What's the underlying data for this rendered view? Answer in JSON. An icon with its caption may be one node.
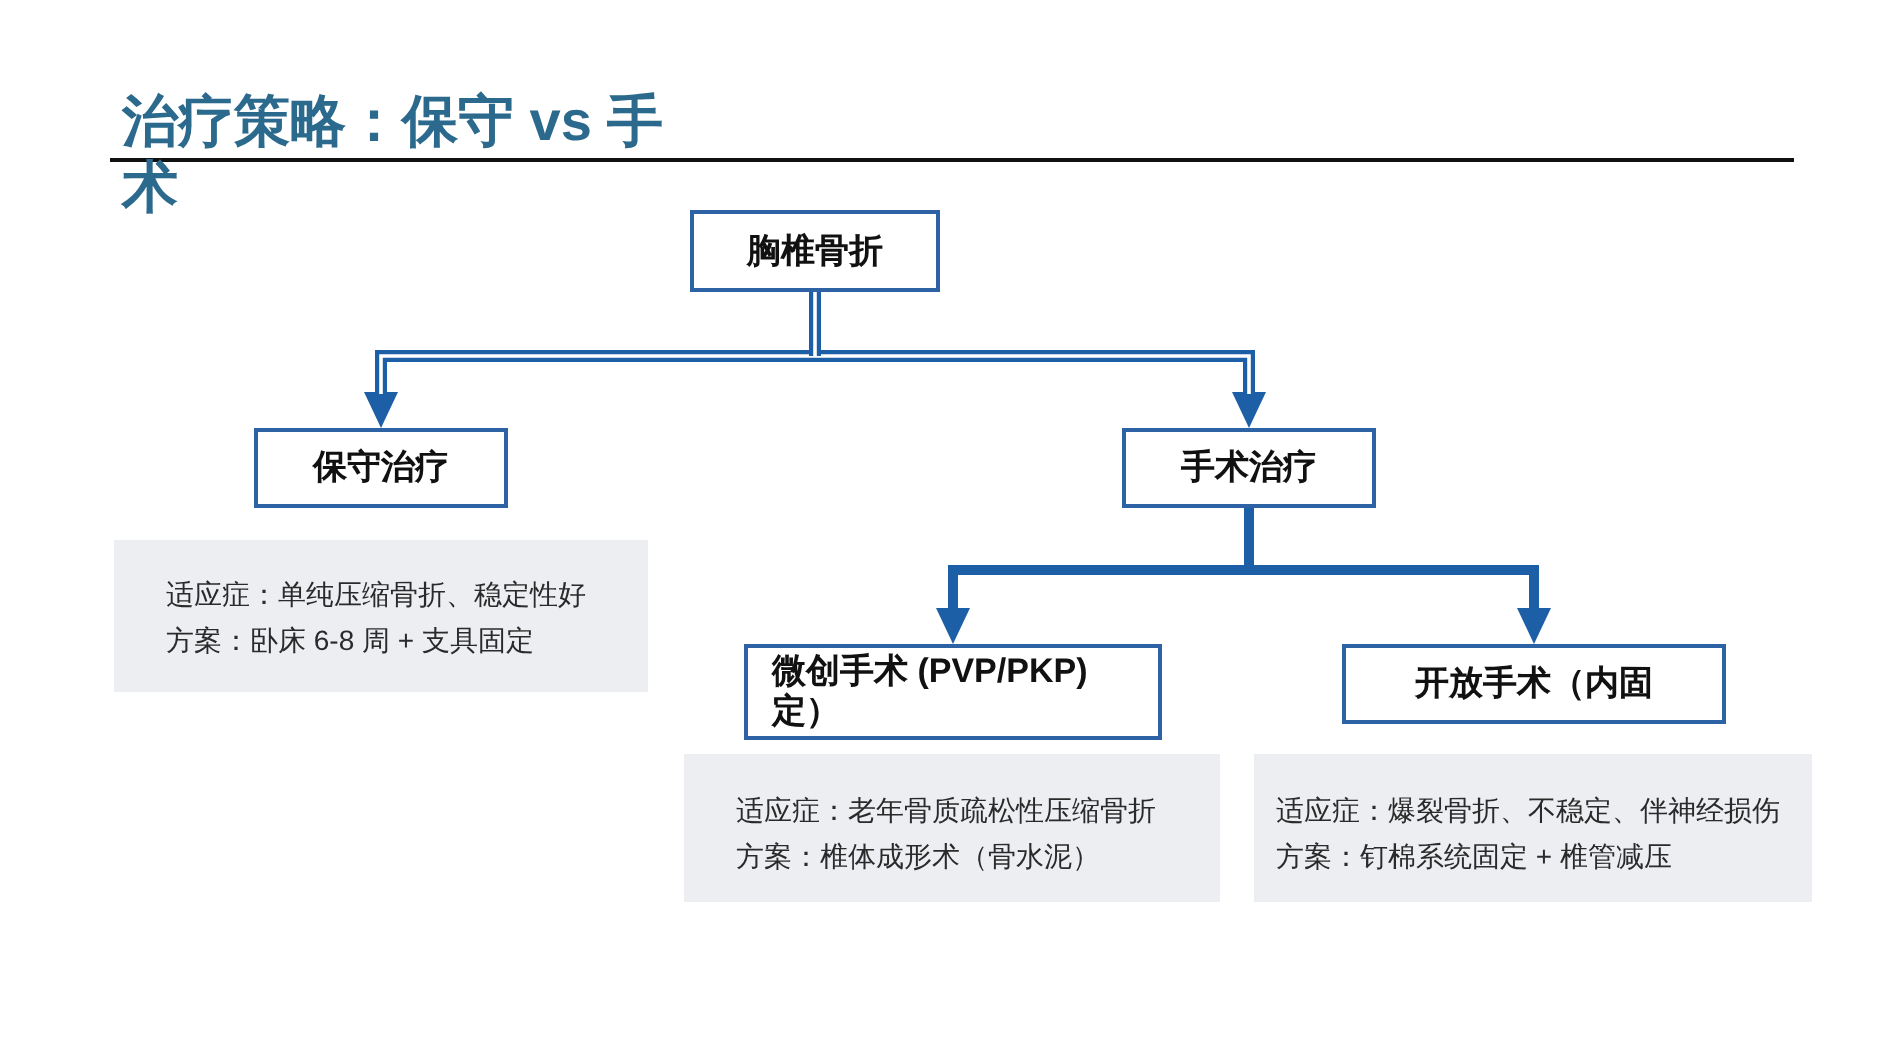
{
  "diagram": {
    "title": "治疗策略：保守 vs 手术",
    "nodes": [
      {
        "text": [
          "胸椎骨折"
        ]
      },
      {
        "text": [
          "保守治疗"
        ]
      },
      {
        "text": [
          "手术治疗"
        ]
      },
      {
        "text": [
          "适应症：单纯压缩骨折、稳定性好",
          "方案：卧床 6-8 周 + 支具固定"
        ]
      },
      {
        "text": [
          "微创手术 (PVP/PKP)定）"
        ]
      },
      {
        "text": [
          "开放手术（内固"
        ]
      },
      {
        "text": [
          "适应症：老年骨质疏松性压缩骨折",
          "方案：椎体成形术（骨水泥）"
        ]
      },
      {
        "text": [
          "适应症：爆裂骨折、不稳定、伴神经损伤",
          "方案：钉棉系统固定 + 椎管减压"
        ]
      }
    ],
    "edges": [
      {
        "from": 0,
        "to": 1,
        "arrow": "to"
      },
      {
        "from": 0,
        "to": 2,
        "arrow": "to"
      },
      {
        "from": 2,
        "to": 4,
        "arrow": "to"
      },
      {
        "from": 2,
        "to": 5,
        "arrow": "to"
      }
    ]
  }
}
